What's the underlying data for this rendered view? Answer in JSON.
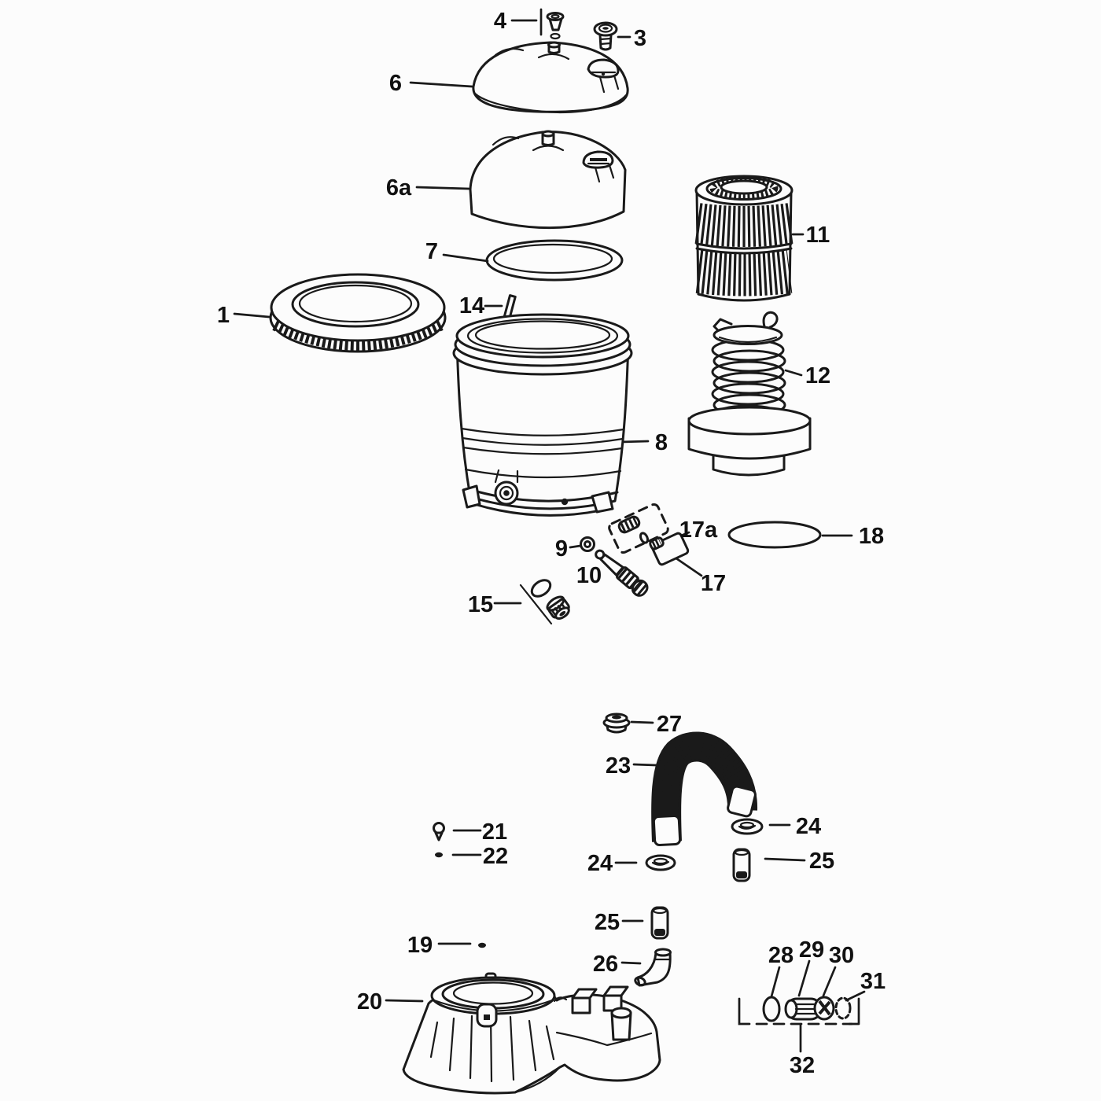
{
  "figure": {
    "kind": "exploded-parts-diagram",
    "palette": {
      "ink": "#1a1a1a",
      "paper": "#fcfcfc"
    }
  },
  "callouts": {
    "c1": {
      "label": "1"
    },
    "c3": {
      "label": "3"
    },
    "c4": {
      "label": "4"
    },
    "c6": {
      "label": "6"
    },
    "c6a": {
      "label": "6a"
    },
    "c7": {
      "label": "7"
    },
    "c8": {
      "label": "8"
    },
    "c9": {
      "label": "9"
    },
    "c10": {
      "label": "10"
    },
    "c11": {
      "label": "11"
    },
    "c12": {
      "label": "12"
    },
    "c14": {
      "label": "14"
    },
    "c15": {
      "label": "15"
    },
    "c17": {
      "label": "17"
    },
    "c17a": {
      "label": "17a"
    },
    "c18": {
      "label": "18"
    },
    "c19": {
      "label": "19"
    },
    "c20": {
      "label": "20"
    },
    "c21": {
      "label": "21"
    },
    "c22": {
      "label": "22"
    },
    "c23": {
      "label": "23"
    },
    "c24_right": {
      "label": "24"
    },
    "c24_left": {
      "label": "24"
    },
    "c25_right": {
      "label": "25"
    },
    "c25_left": {
      "label": "25"
    },
    "c26": {
      "label": "26"
    },
    "c27": {
      "label": "27"
    },
    "c28": {
      "label": "28"
    },
    "c29": {
      "label": "29"
    },
    "c30": {
      "label": "30"
    },
    "c31": {
      "label": "31"
    },
    "c32": {
      "label": "32"
    }
  }
}
